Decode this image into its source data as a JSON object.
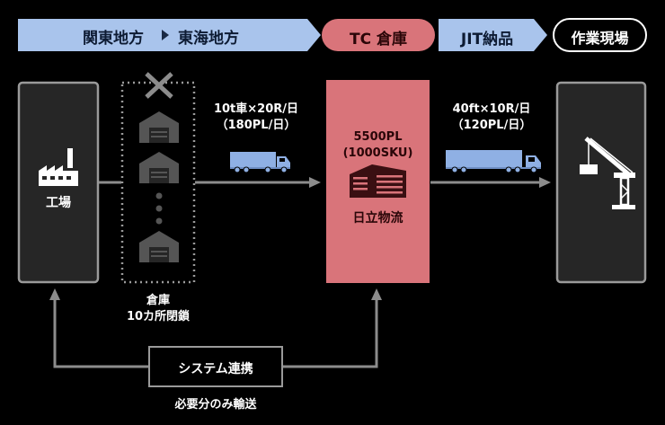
{
  "header": {
    "region_from": "関東地方",
    "region_to": "東海地方",
    "tc_label": "TC 倉庫",
    "jit_label": "JIT納品",
    "site_label": "作業現場"
  },
  "factory": {
    "label": "工場"
  },
  "warehouses": {
    "caption_line1": "倉庫",
    "caption_line2": "10カ所閉鎖"
  },
  "route_in": {
    "line1": "10t車×20R/日",
    "line2": "（180PL/日）"
  },
  "tc": {
    "line1": "5500PL",
    "line2": "(1000SKU)",
    "name": "日立物流"
  },
  "route_out": {
    "line1": "40ft×10R/日",
    "line2": "（120PL/日）"
  },
  "system": {
    "label": "システム連携",
    "caption": "必要分のみ輸送"
  },
  "colors": {
    "header_blue": "#a9c4ec",
    "tc_pink": "#d9747a",
    "panel_gray": "#262626",
    "border_gray": "#9a9a9a",
    "arrow_gray": "#8c8c8c",
    "truck_blue": "#8fb0e4"
  },
  "icons": [
    "triangle-right-icon",
    "close-icon",
    "warehouse-icon",
    "factory-icon",
    "truck-icon",
    "building-icon",
    "crane-icon",
    "arrow-icon"
  ]
}
